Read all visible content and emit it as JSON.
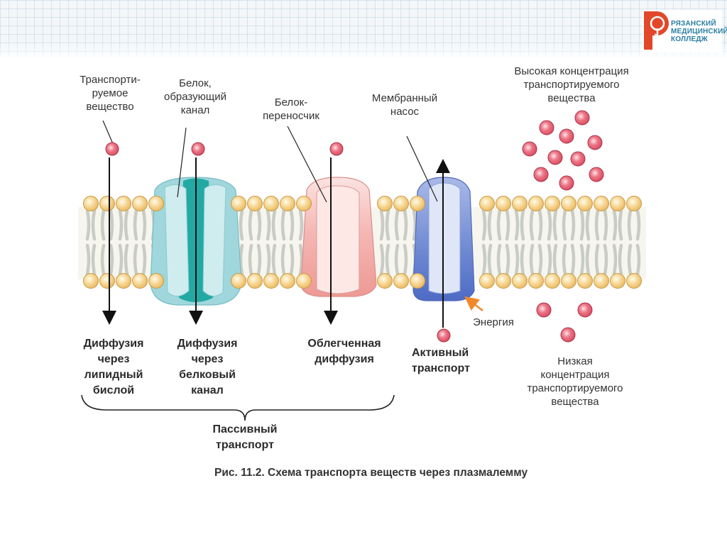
{
  "header": {
    "logo": {
      "icon": "rzmk-logo-r-with-caduceus",
      "lines": [
        "РЯЗАНСКИЙ",
        "МЕДИЦИНСКИЙ",
        "КОЛЛЕДЖ"
      ],
      "colors": {
        "mark": "#e2472a",
        "text": "#2a7fa3"
      }
    }
  },
  "diagram": {
    "labels_top": {
      "transported_substance": "Транспорти-\nруемое\nвещество",
      "channel_protein": "Белок,\nобразующий\nканал",
      "carrier_protein": "Белок-\nпереносчик",
      "membrane_pump": "Мембранный\nнасос",
      "high_concentration": "Высокая концентрация\nтранспортируемого\nвещества"
    },
    "labels_bottom": {
      "diffusion_lipid": "Диффузия\nчерез\nлипидный\nбислой",
      "diffusion_channel": "Диффузия\nчерез\nбелковый\nканал",
      "facilitated_diffusion": "Облегченная\nдиффузия",
      "active_transport": "Активный\nтранспорт",
      "energy": "Энергия",
      "low_concentration": "Низкая\nконцентрация\nтранспортируемого\nвещества",
      "passive_transport": "Пассивный\nтранспорт"
    },
    "colors": {
      "molecule": "#e05a6e",
      "lipid_head": "#f3c97a",
      "channel_protein": "#2bb0aa",
      "carrier_protein": "#f4a9a6",
      "pump_protein": "#5d7fcf",
      "energy_arrow": "#f0892a"
    }
  },
  "caption": "Рис. 11.2. Схема транспорта веществ через плазмалемму"
}
